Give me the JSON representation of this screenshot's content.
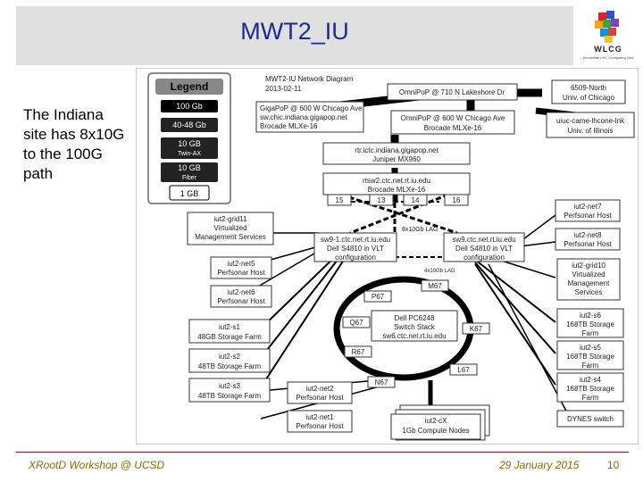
{
  "slide": {
    "title": "MWT2_IU",
    "side_text": "The Indiana site has 8x10G to the 100G path"
  },
  "logo": {
    "name": "WLCG",
    "sub": "Worldwide LHC Computing Grid"
  },
  "footer": {
    "left": "XRootD Workshop @ UCSD",
    "date": "29 January 2015",
    "page": "10"
  },
  "diagram": {
    "title": "MWT2-IU Network Diagram",
    "date": "2013-02-11",
    "legend": {
      "title": "Legend",
      "items": [
        {
          "label": "100 Gb",
          "sub": ""
        },
        {
          "label": "40-48 Gb",
          "sub": ""
        },
        {
          "label": "10 GB",
          "sub": "Twin-AX"
        },
        {
          "label": "10 GB",
          "sub": "Fiber"
        },
        {
          "label": "1 GB",
          "sub": ""
        }
      ]
    },
    "nodes": {
      "gigapop": [
        "GigaPoP @ 600 W Chicago Ave",
        "sw.chic.indiana.gigapop.net",
        "Brocade MLXe-16"
      ],
      "omni1": [
        "OmniPoP @ 710 N Lakeshore Dr"
      ],
      "omni2": [
        "OmniPoP @ 600 W Chicago Ave",
        "Brocade MLXe-16"
      ],
      "north": [
        "6509-North",
        "Univ. of Chicago"
      ],
      "uiuc": [
        "uiuc-came-lhcone-lnk",
        "Univ. of Illinois"
      ],
      "rtr": [
        "rtr.ictc.indiana.gigapop.net",
        "Juniper MX960"
      ],
      "rtsw": [
        "rtsw2.ctc.net.rt.iu.edu",
        "Brocade MLXe-16"
      ],
      "sw9a": [
        "sw9-1.ctc.net.rt.iu.edu",
        "Dell S4810 in VLT",
        "configuration"
      ],
      "sw9b": [
        "sw9.ctc.net.rt.iu.edu",
        "Dell S4810 in VLT",
        "configuration"
      ],
      "grid11": [
        "iut2-grid11",
        "Virtualized",
        "Management Services"
      ],
      "net5": [
        "iut2-net5",
        "Perfsonar Host"
      ],
      "net6": [
        "iut2-net6",
        "Perfsonar Host"
      ],
      "s1": [
        "iut2-s1",
        "48GB Storage Farm"
      ],
      "s2": [
        "iut2-s2",
        "48TB Storage Farm"
      ],
      "s3": [
        "iut2-s3",
        "48TB Storage Farm"
      ],
      "net2": [
        "iut2-net2",
        "Perfsonar Host"
      ],
      "net1": [
        "iut2-net1",
        "Perfsonar Host"
      ],
      "net7": [
        "iut2-net7",
        "Perfsonar Host"
      ],
      "net8": [
        "iut2-net8",
        "Perfsonar Host"
      ],
      "grid10": [
        "iut2-grid10",
        "Virtualized",
        "Management",
        "Services"
      ],
      "s6": [
        "iut2-s6",
        "168TB Storage",
        "Farm"
      ],
      "s5": [
        "iut2-s5",
        "168TB Storage",
        "Farm"
      ],
      "s4": [
        "iut2-s4",
        "168TB Storage",
        "Farm"
      ],
      "dynes": [
        "DYNES switch"
      ],
      "dell": [
        "Dell PC6248",
        "Switch Stack",
        "sw6.ctc.net.rt.iu.edu"
      ],
      "cx": [
        "iut2-cX",
        "1Gb Compute Nodes"
      ]
    },
    "ports": [
      "15",
      "13",
      "14",
      "16",
      "M67",
      "P67",
      "Q67",
      "K67",
      "R67",
      "L67",
      "N67"
    ],
    "lag_top": "8x10Gb LAG",
    "lag_mid": "4x10Gb LAG"
  }
}
